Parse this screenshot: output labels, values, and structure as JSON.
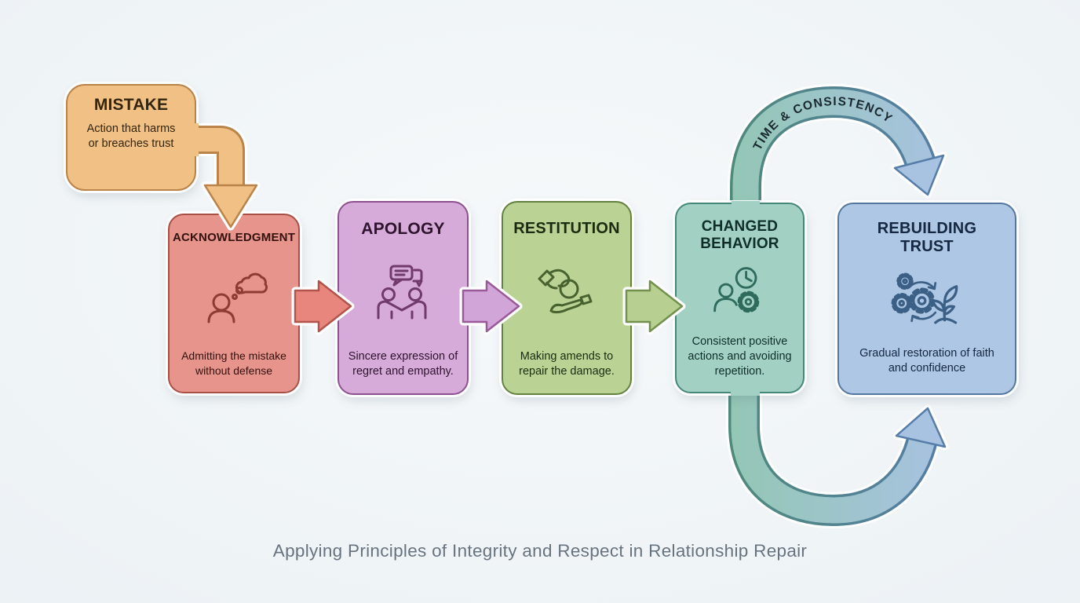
{
  "caption": "Applying Principles of Integrity and Respect in Relationship Repair",
  "background": {
    "gradient_center": "#f6f9fa",
    "gradient_edge": "#e5ecf0"
  },
  "nodes": [
    {
      "id": "mistake",
      "title": "MISTAKE",
      "description": "Action that harms or breaches trust",
      "fill": "#f0c084",
      "border": "#b9834a",
      "text_color": "#33250f",
      "icon": null,
      "icon_color": null
    },
    {
      "id": "acknowledgment",
      "title": "ACKNOWLEDGMENT",
      "description": "Admitting the mistake without defense",
      "fill": "#e7948c",
      "border": "#a84f46",
      "text_color": "#33110d",
      "icon": "person-thought-bubble-icon",
      "icon_color": "#8d3b33"
    },
    {
      "id": "apology",
      "title": "APOLOGY",
      "description": "Sincere expression of regret and empathy.",
      "fill": "#d6aad9",
      "border": "#8e5190",
      "text_color": "#2e142d",
      "icon": "handshake-speech-icon",
      "icon_color": "#703a6b"
    },
    {
      "id": "restitution",
      "title": "RESTITUTION",
      "description": "Making amends to repair the damage.",
      "fill": "#bad395",
      "border": "#64823f",
      "text_color": "#1c2b10",
      "icon": "giving-hand-coin-icon",
      "icon_color": "#47622e"
    },
    {
      "id": "changed_behavior",
      "title": "CHANGED BEHAVIOR",
      "description": "Consistent positive actions and avoiding repetition.",
      "fill": "#a2d1c3",
      "border": "#45887a",
      "text_color": "#0e2e27",
      "icon": "person-clock-gear-icon",
      "icon_color": "#2e6b5d"
    },
    {
      "id": "rebuilding_trust",
      "title": "REBUILDING TRUST",
      "description": "Gradual restoration of faith and confidence",
      "fill": "#adc7e4",
      "border": "#54779f",
      "text_color": "#152741",
      "icon": "gears-plant-icon",
      "icon_color": "#3c5f86"
    }
  ],
  "connectors": {
    "mistake_to_acknowledgment": {
      "type": "elbow-arrow",
      "fill": "#f0c084",
      "border": "#b9834a"
    },
    "acknowledgment_to_apology": {
      "type": "arrow",
      "fill": "#e8867d",
      "border": "#b2544c"
    },
    "apology_to_restitution": {
      "type": "arrow",
      "fill": "#d2a5d8",
      "border": "#995a9a"
    },
    "restitution_to_changed_behavior": {
      "type": "arrow",
      "fill": "#b7d091",
      "border": "#71914c"
    },
    "changed_behavior_to_rebuilding_trust": {
      "type": "cycle-arrows",
      "label": "TIME & CONSISTENCY",
      "fill_gradient": [
        "#93c7b4",
        "#a8c2e2"
      ],
      "border_gradient": [
        "#4f897b",
        "#567da8"
      ],
      "label_color": "#1a2930"
    }
  }
}
